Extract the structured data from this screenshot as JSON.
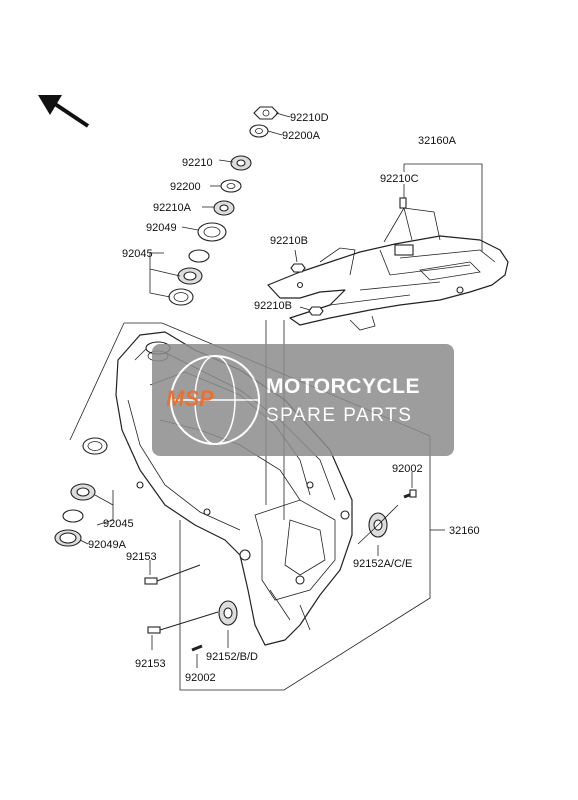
{
  "labels": {
    "p92210D": "92210D",
    "p92200A": "92200A",
    "p92210": "92210",
    "p92200": "92200",
    "p92210A": "92210A",
    "p92049": "92049",
    "p92045_top": "92045",
    "p32160A": "32160A",
    "p92210C": "92210C",
    "p92210B_1": "92210B",
    "p92210B_2": "92210B",
    "p92002_r": "92002",
    "p32160": "32160",
    "p92152ACE": "92152A/C/E",
    "p92045_bot": "92045",
    "p92049A": "92049A",
    "p92153_1": "92153",
    "p92153_2": "92153",
    "p92152BD": "92152/B/D",
    "p92002_b": "92002"
  },
  "watermark": {
    "logo": "MSP",
    "line1": "MOTORCYCLE",
    "line2": "SPARE PARTS",
    "bg_color": "#8c8c8c",
    "accent_color": "#e8590c"
  },
  "icons": {
    "direction": "arrow-up-left-icon"
  }
}
